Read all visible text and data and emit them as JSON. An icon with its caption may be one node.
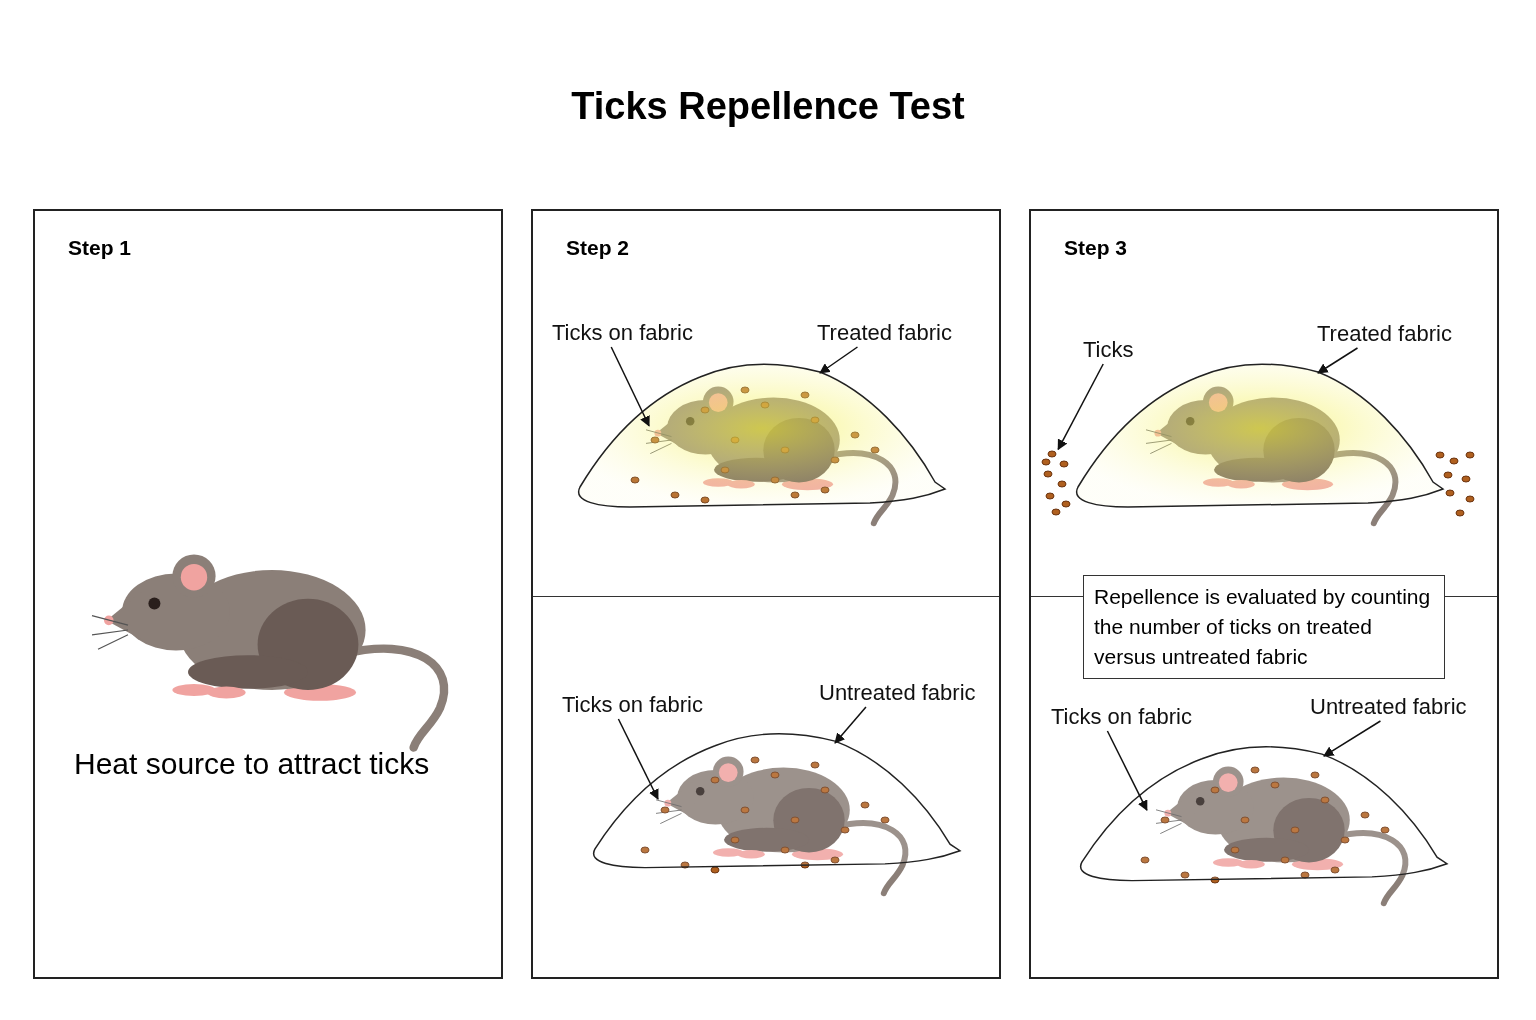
{
  "diagram": {
    "title": "Ticks Repellence Test",
    "nodes": [
      {
        "text": [
          "Step 1",
          "Heat source to attract ticks"
        ]
      },
      {
        "text": [
          "Step 2"
        ]
      },
      {
        "text": [
          "Ticks on fabric"
        ],
        "in": 1
      },
      {
        "text": [
          "Treated fabric"
        ],
        "in": 1
      },
      {
        "text": [],
        "shape": "picture",
        "in": 1
      },
      {
        "text": [
          "Ticks on fabric"
        ],
        "in": 1
      },
      {
        "text": [
          "Untreated fabric"
        ],
        "in": 1
      },
      {
        "text": [],
        "shape": "picture",
        "in": 1
      },
      {
        "text": [
          "Step 3"
        ]
      },
      {
        "text": [
          "Ticks"
        ],
        "in": 8
      },
      {
        "text": [
          "Treated fabric"
        ],
        "in": 8
      },
      {
        "text": [],
        "shape": "picture",
        "in": 8
      },
      {
        "text": [
          "Repellence is evaluated by counting the number of ticks on treated versus untreated fabric"
        ],
        "in": 8
      },
      {
        "text": [
          "Ticks on fabric"
        ],
        "in": 8
      },
      {
        "text": [
          "Untreated fabric"
        ],
        "in": 8
      },
      {
        "text": [],
        "shape": "picture",
        "in": 8
      },
      {
        "text": [],
        "shape": "picture",
        "in": 8
      }
    ],
    "edges": [
      {
        "from": 2,
        "to": 4,
        "arrow": "to"
      },
      {
        "from": 3,
        "to": 4,
        "arrow": "to"
      },
      {
        "from": 5,
        "to": 7,
        "arrow": "to"
      },
      {
        "from": 6,
        "to": 7,
        "arrow": "to"
      },
      {
        "from": 9,
        "to": 16,
        "arrow": "to"
      },
      {
        "from": 10,
        "to": 11,
        "arrow": "to"
      },
      {
        "from": 13,
        "to": 15,
        "arrow": "to"
      },
      {
        "from": 14,
        "to": 15,
        "arrow": "to"
      }
    ]
  }
}
